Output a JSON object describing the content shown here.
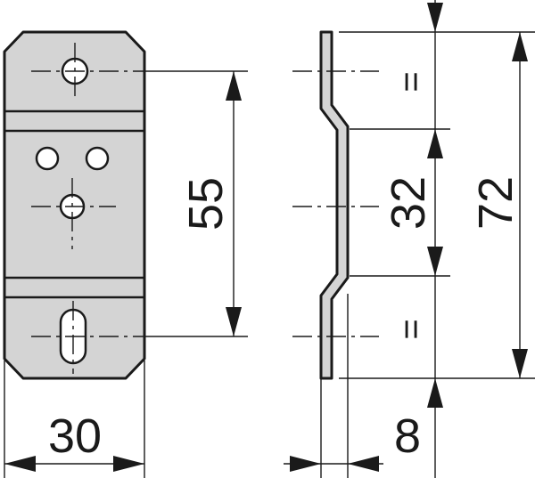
{
  "dimensions": {
    "mount_width": "30",
    "hole_spacing": "55",
    "middle_offset": "32",
    "total_height": "72",
    "bracket_depth": "8",
    "equal_mark_top": "=",
    "equal_mark_bottom": "="
  },
  "colors": {
    "part_fill": "#d4d4d4",
    "line": "#1a1a1a",
    "background": "#ffffff"
  }
}
